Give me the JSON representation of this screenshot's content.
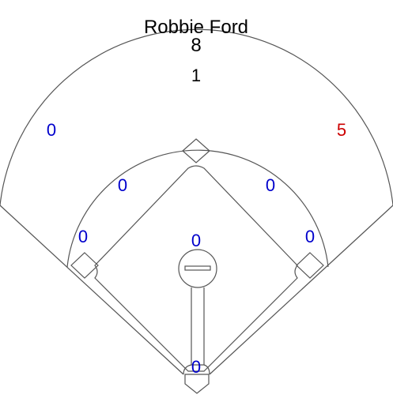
{
  "player": {
    "name": "Robbie Ford",
    "total": "8"
  },
  "zones": {
    "outfield_center": {
      "value": "1",
      "color": "#000000"
    },
    "outfield_left": {
      "value": "0",
      "color": "#0000cc"
    },
    "outfield_right": {
      "value": "5",
      "color": "#cc0000"
    },
    "infield_left_deep": {
      "value": "0",
      "color": "#0000cc"
    },
    "infield_right_deep": {
      "value": "0",
      "color": "#0000cc"
    },
    "third_base_line": {
      "value": "0",
      "color": "#0000cc"
    },
    "first_base_line": {
      "value": "0",
      "color": "#0000cc"
    },
    "infield_center": {
      "value": "0",
      "color": "#0000cc"
    },
    "home_plate": {
      "value": "0",
      "color": "#0000cc"
    }
  }
}
